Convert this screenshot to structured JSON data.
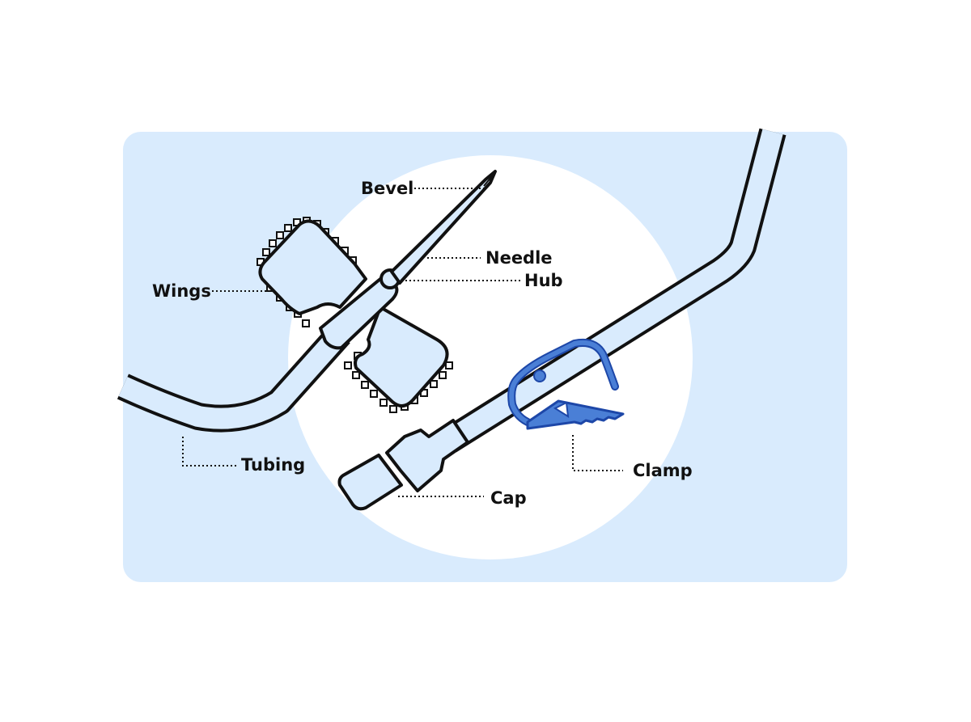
{
  "labels": {
    "bevel": "Bevel",
    "needle": "Needle",
    "hub": "Hub",
    "wings": "Wings",
    "tubing": "Tubing",
    "cap": "Cap",
    "clamp": "Clamp"
  },
  "colors": {
    "panel": "#d9ebfd",
    "spotlight": "#ffffff",
    "part_fill": "#d9ebfd",
    "outline": "#111111",
    "clamp": "#4a7fd6",
    "clamp_stroke": "#1d47a8"
  }
}
